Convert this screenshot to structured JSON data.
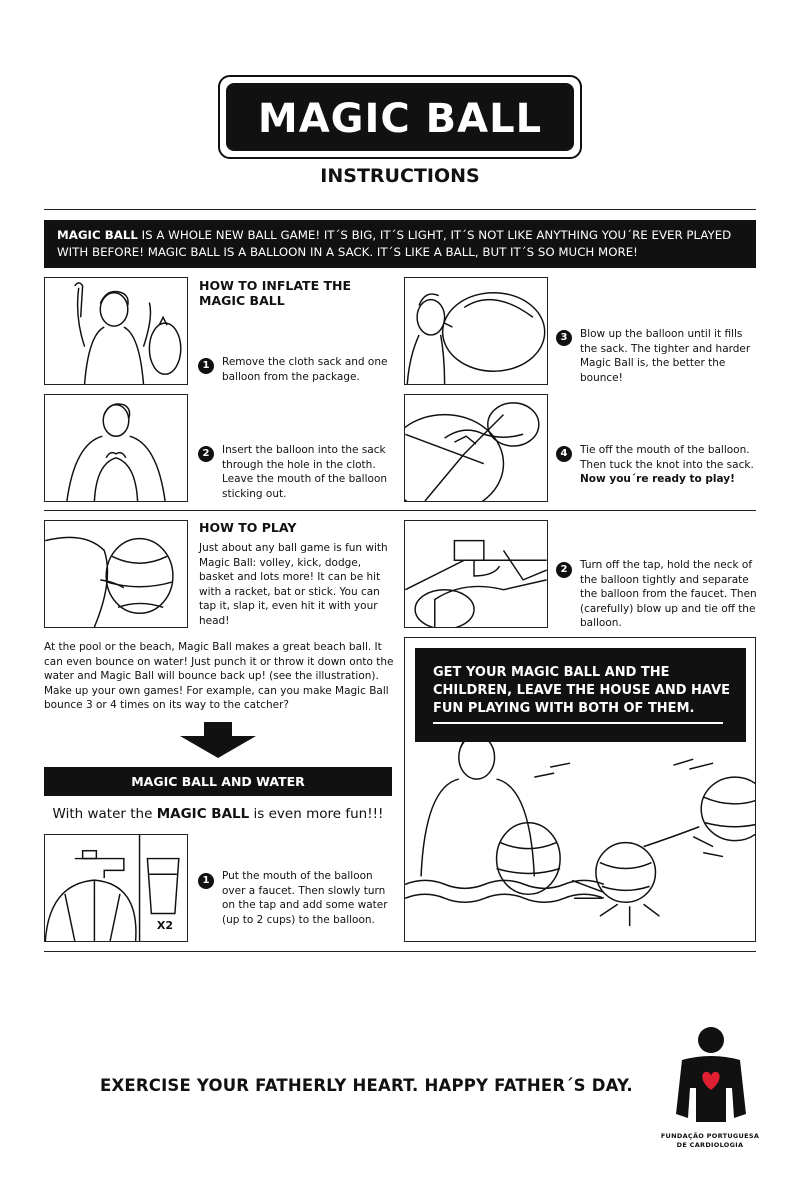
{
  "header": {
    "title": "MAGIC BALL",
    "subtitle": "INSTRUCTIONS"
  },
  "intro": {
    "bold": "MAGIC BALL",
    "text": " IS A WHOLE NEW BALL GAME! IT´S BIG, IT´S LIGHT, IT´S NOT LIKE ANYTHING YOU´RE EVER PLAYED WITH BEFORE! MAGIC BALL IS A BALLOON IN A SACK. IT´S LIKE A BALL, BUT IT´S SO MUCH MORE!"
  },
  "inflate": {
    "heading": "HOW TO INFLATE THE MAGIC BALL",
    "steps": [
      {
        "num": "1",
        "text": "Remove the cloth sack and one balloon from the package."
      },
      {
        "num": "2",
        "text": "Insert the balloon into the sack through the hole in the cloth. Leave the mouth of the balloon sticking out."
      },
      {
        "num": "3",
        "text": "Blow up the balloon until it fills the sack. The tighter and harder Magic Ball is, the better the bounce!"
      },
      {
        "num": "4",
        "text": "Tie off the mouth of the balloon. Then tuck the knot into the sack. ",
        "bold": "Now you´re ready to play!"
      }
    ]
  },
  "play": {
    "heading": "HOW TO PLAY",
    "text": "Just about any ball game is fun with Magic Ball: volley, kick, dodge, basket and lots more! It can be hit with a racket, bat or stick. You can tap it, slap it, even hit it with your head!",
    "pool_text": "At the pool or the beach, Magic Ball makes a great beach ball. It can even bounce on water! Just punch it or throw it down onto the water and Magic Ball will bounce back up! (see the illustration). Make up your own games! For example, can you make Magic Ball bounce 3 or 4 times on its way to the catcher?"
  },
  "water": {
    "banner": "MAGIC BALL AND WATER",
    "subtitle_pre": "With water the ",
    "subtitle_bold": "MAGIC BALL",
    "subtitle_post": " is even more fun!!!",
    "cup_label": "X2",
    "steps": [
      {
        "num": "1",
        "text": "Put the mouth of the balloon over a faucet. Then slowly turn on the tap and add some water (up to 2 cups) to the balloon."
      },
      {
        "num": "2",
        "text": "Turn off the tap, hold the neck of the balloon tightly and separate the balloon from the faucet. Then (carefully) blow up and tie off the balloon."
      }
    ]
  },
  "callout": {
    "text": "GET YOUR MAGIC BALL AND THE CHILDREN, LEAVE THE HOUSE AND HAVE FUN PLAYING WITH BOTH OF THEM."
  },
  "footer": {
    "tagline": "EXERCISE YOUR FATHERLY HEART. HAPPY FATHER´S DAY.",
    "logo_text_1": "FUNDAÇÃO PORTUGUESA",
    "logo_text_2": "DE CARDIOLOGIA",
    "heart_color": "#e02030"
  }
}
